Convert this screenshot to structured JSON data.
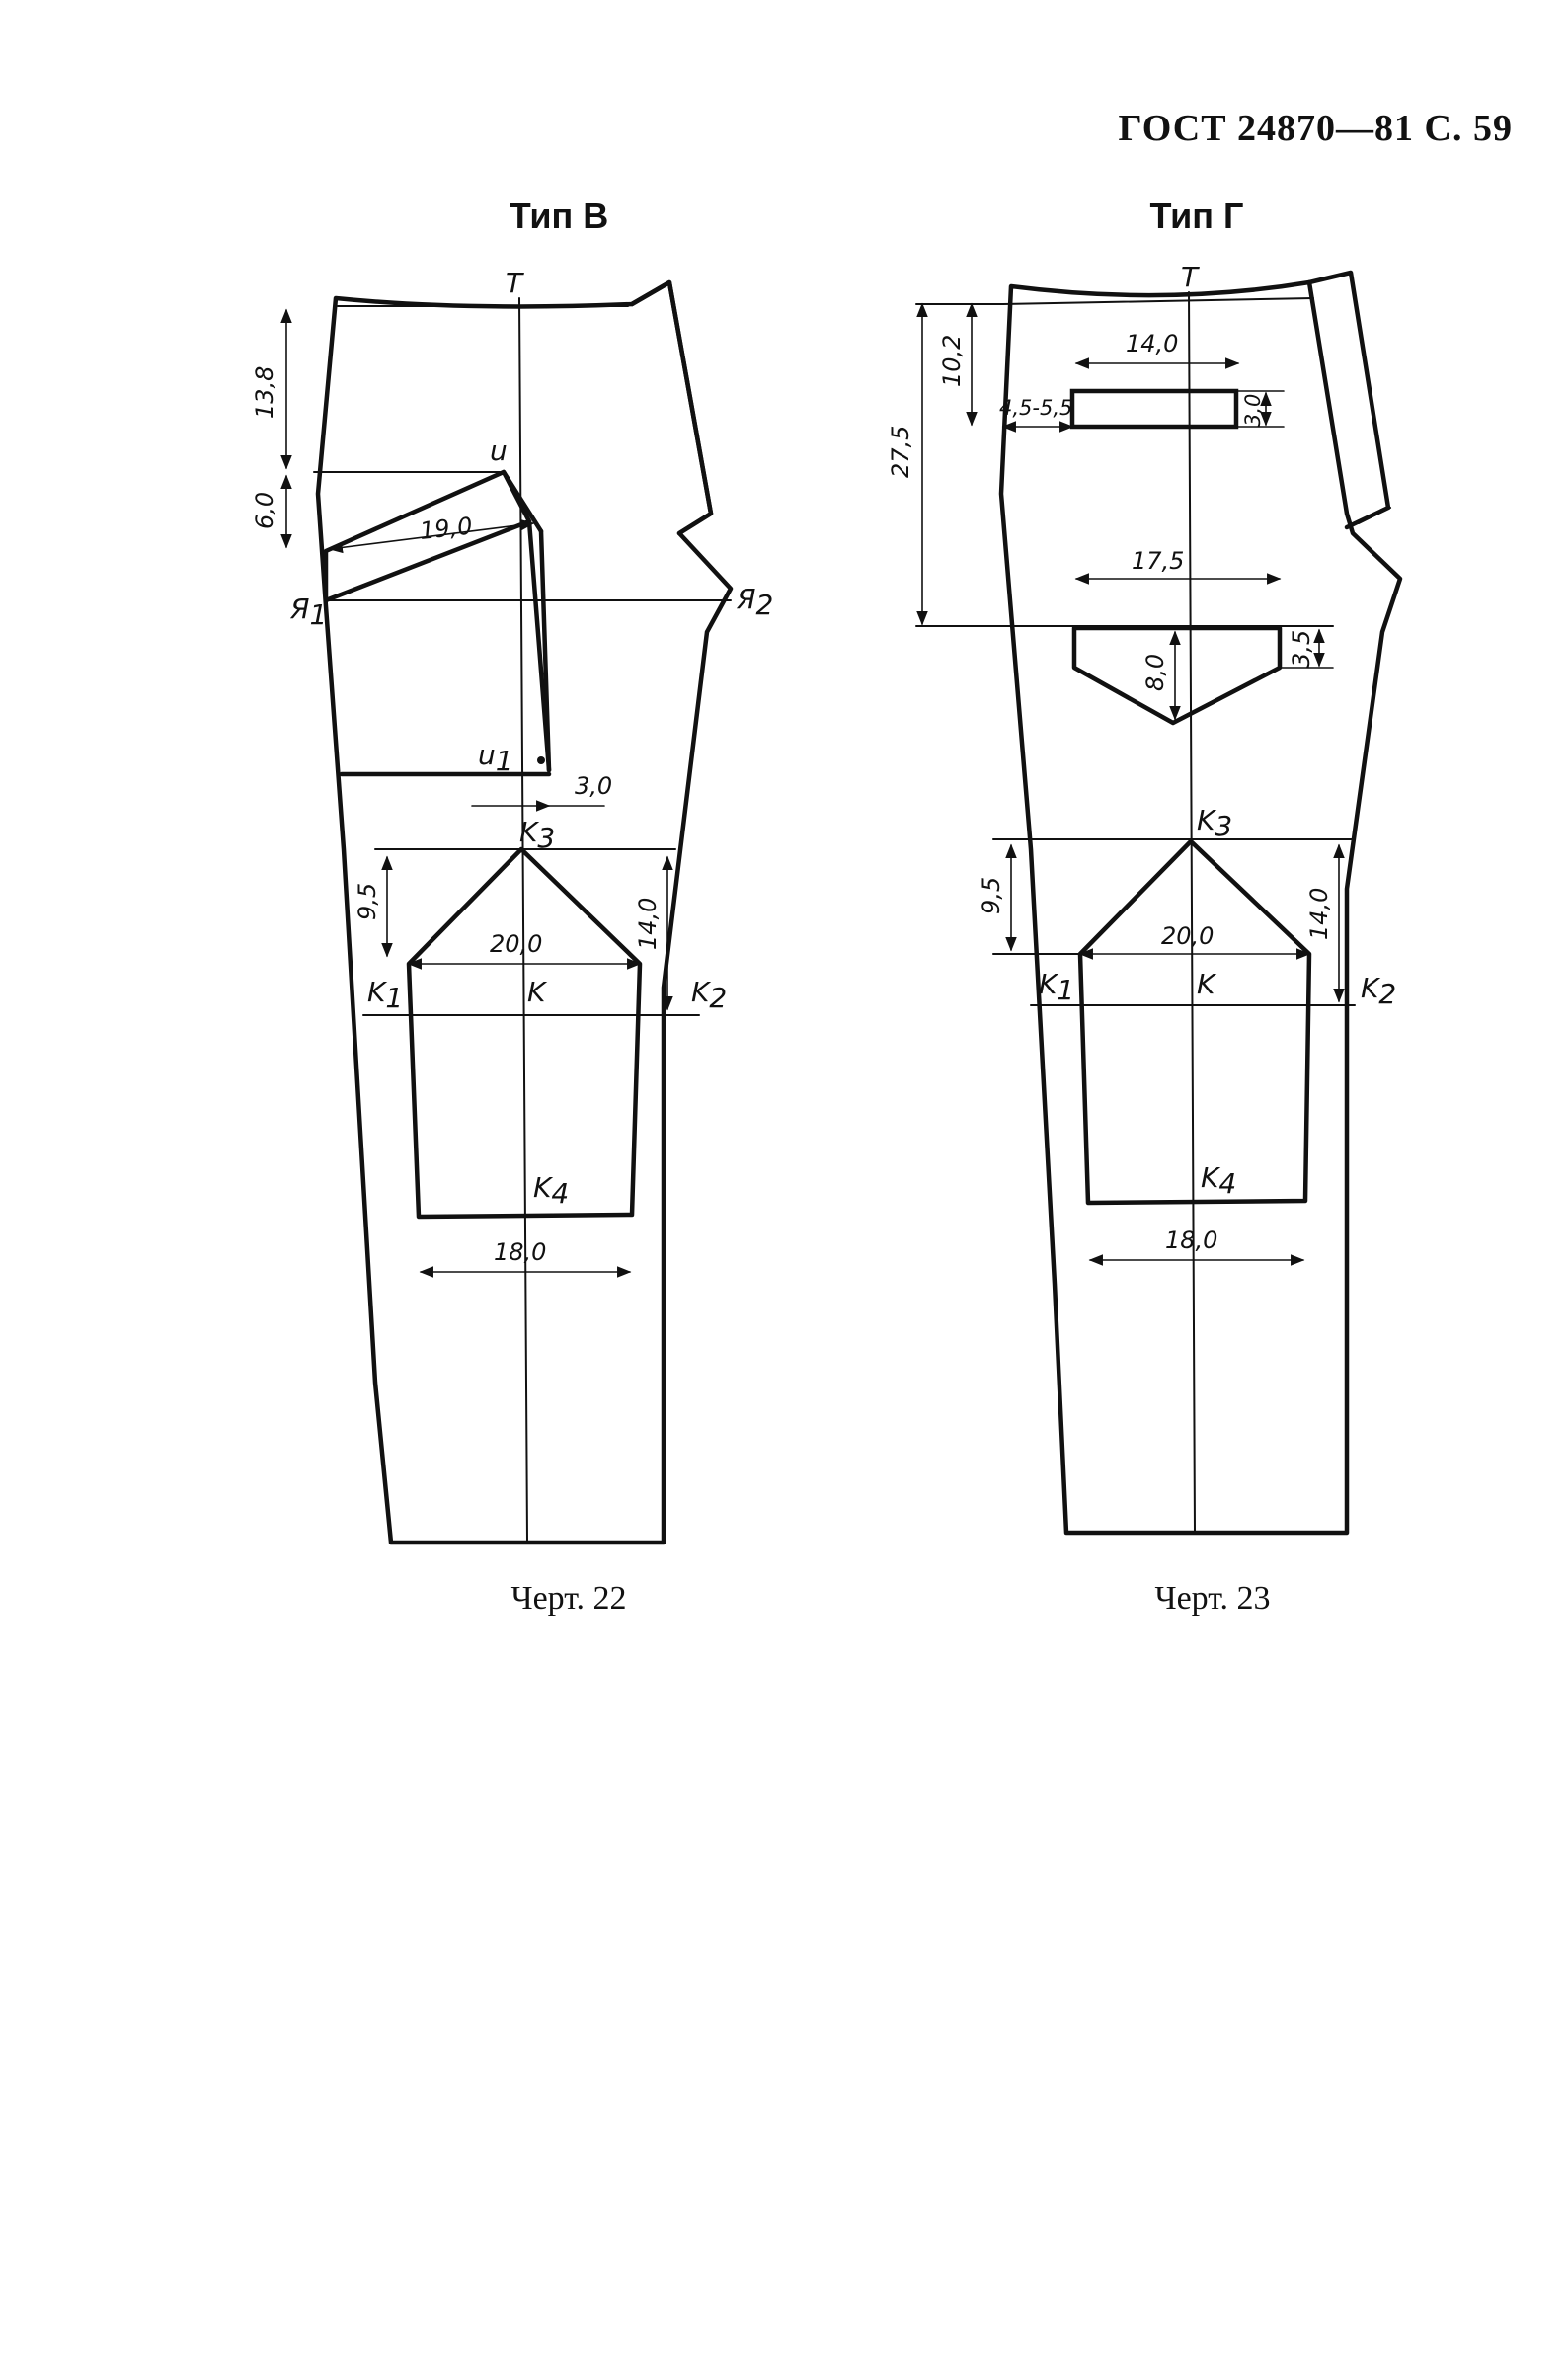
{
  "header": {
    "text": "ГОСТ 24870—81 С. 59"
  },
  "left": {
    "title": "Тип В",
    "caption": "Черт. 22",
    "labels": {
      "T": "T",
      "U": "u",
      "U1": "u",
      "U1sub": "1",
      "Ya1": "Я",
      "Ya1sub": "1",
      "Ya2": "Я",
      "Ya2sub": "2",
      "K": "K",
      "K1": "K",
      "K1sub": "1",
      "K2": "K",
      "K2sub": "2",
      "K3": "K",
      "K3sub": "3",
      "K4": "K",
      "K4sub": "4"
    },
    "dims": {
      "d138": "13,8",
      "d60": "6,0",
      "d190": "19,0",
      "d30": "3,0",
      "d95": "9,5",
      "d200": "20,0",
      "d140": "14,0",
      "d180": "18,0"
    }
  },
  "right": {
    "title": "Тип Г",
    "caption": "Черт. 23",
    "labels": {
      "T": "T",
      "K": "K",
      "K1": "K",
      "K1sub": "1",
      "K2": "K",
      "K2sub": "2",
      "K3": "K",
      "K3sub": "3",
      "K4": "K",
      "K4sub": "4"
    },
    "dims": {
      "d140top": "14,0",
      "d102": "10,2",
      "d4555": "4,5-5,5",
      "d30": "3,0",
      "d275": "27,5",
      "d175": "17,5",
      "d80": "8,0",
      "d35": "3,5",
      "d95": "9,5",
      "d200": "20,0",
      "d140": "14,0",
      "d180": "18,0"
    }
  }
}
